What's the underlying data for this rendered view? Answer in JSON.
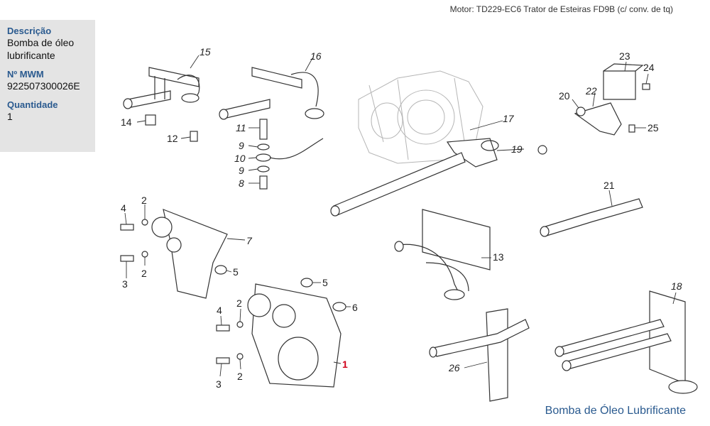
{
  "header": {
    "engine_text": "Motor: TD229-EC6 Trator de Esteiras FD9B (c/ conv. de tq)"
  },
  "info": {
    "description_label": "Descrição",
    "description_value": "Bomba de óleo lubrificante",
    "mwm_label": "Nº MWM",
    "mwm_value": "922507300026E",
    "quantity_label": "Quantidade",
    "quantity_value": "1"
  },
  "footer": {
    "title": "Bomba de Óleo Lubrificante"
  },
  "callouts": {
    "c15": "15",
    "c16": "16",
    "c14": "14",
    "c12": "12",
    "c11": "11",
    "c9a": "9",
    "c10": "10",
    "c9b": "9",
    "c8": "8",
    "c23": "23",
    "c24": "24",
    "c22": "22",
    "c20": "20",
    "c25": "25",
    "c17": "17",
    "c19": "19",
    "c21": "21",
    "c13": "13",
    "c4a": "4",
    "c2a": "2",
    "c2b": "2",
    "c3a": "3",
    "c7": "7",
    "c5a": "5",
    "c5b": "5",
    "c6": "6",
    "c4b": "4",
    "c2c": "2",
    "c2d": "2",
    "c3b": "3",
    "c1": "1",
    "c18": "18",
    "c26": "26"
  },
  "colors": {
    "accent_blue": "#2a5a8f",
    "highlight_red": "#d0021b",
    "panel_gray": "#e4e4e4"
  }
}
